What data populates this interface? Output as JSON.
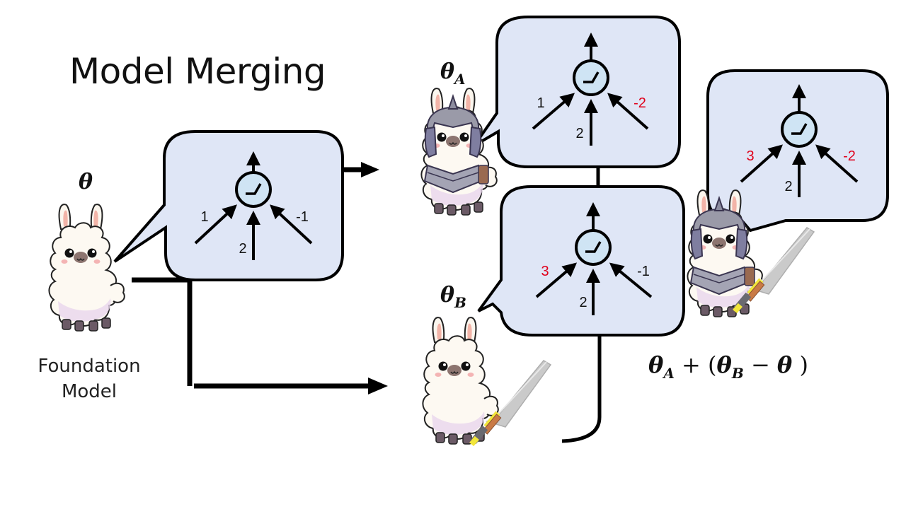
{
  "title": "Model Merging",
  "foundation": {
    "symbol": "θ",
    "caption_line1": "Foundation",
    "caption_line2": "Model"
  },
  "model_a": {
    "symbol": "θ",
    "subscript": "A"
  },
  "model_b": {
    "symbol": "θ",
    "subscript": "B"
  },
  "formula": {
    "theta_a": "θ",
    "sub_a": "A",
    "plus_open": " + (",
    "theta_b": "θ",
    "sub_b": "B",
    "minus": " − ",
    "theta": "θ",
    "close": " )"
  },
  "colors": {
    "bubble_fill": "#dfe6f6",
    "neuron_fill": "#cfe4f4",
    "changed_weight": "#e0001b",
    "weight_text": "#111111",
    "stroke": "#000000"
  },
  "neurons": {
    "foundation": {
      "w_left": "1",
      "w_mid": "2",
      "w_right": "-1",
      "changed": []
    },
    "model_a": {
      "w_left": "1",
      "w_mid": "2",
      "w_right": "-2",
      "changed": [
        "right"
      ]
    },
    "model_b": {
      "w_left": "3",
      "w_mid": "2",
      "w_right": "-1",
      "changed": [
        "left"
      ]
    },
    "merged": {
      "w_left": "3",
      "w_mid": "2",
      "w_right": "-2",
      "changed": [
        "left",
        "right"
      ]
    }
  }
}
